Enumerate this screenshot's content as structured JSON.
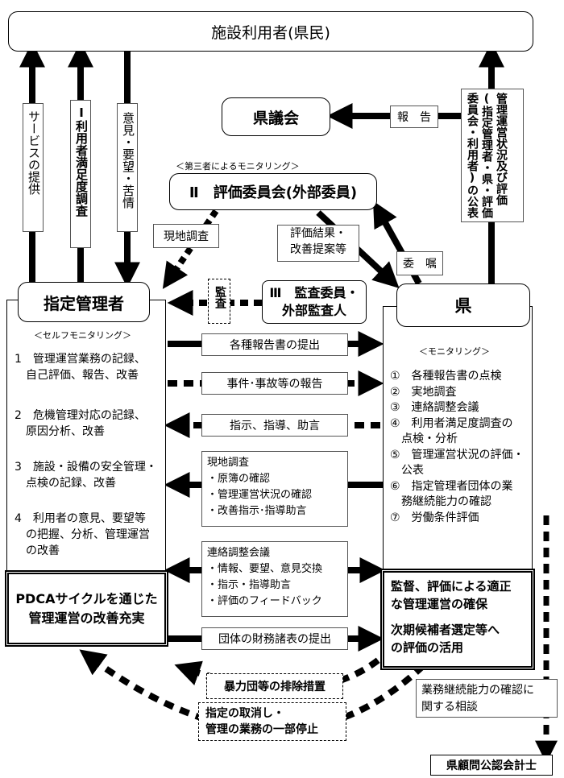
{
  "top_title": "施設利用者(県民)",
  "council": "県議会",
  "report_label": "報　告",
  "publish_label": "管理運営状況及び評価(指定管理者・県・評価委員会・利用者)の公表",
  "service_label": "サービスの提供",
  "survey_label": "Ⅰ利用者満足度調査",
  "opinion_label": "意見・要望・苦情",
  "third_party_note": "＜第三者によるモニタリング＞",
  "eval_committee": "Ⅱ　評価委員会(外部委員)",
  "site_survey_small": "現地調査",
  "eval_result": [
    "評価結果・",
    "改善提案等"
  ],
  "commission": "委　嘱",
  "audit_label": "監査",
  "auditor": [
    "Ⅲ　監査委員・",
    "外部監査人"
  ],
  "operator_title": "指定管理者",
  "prefecture_title": "県",
  "self_monitor_note": "＜セルフモニタリング＞",
  "self_items": [
    [
      "1　管理運営業務の記録、",
      "　自己評価、報告、改善"
    ],
    [
      "2　危機管理対応の記録、",
      "　原因分析、改善"
    ],
    [
      "3　施設・設備の安全管理・",
      "　点検の記録、改善"
    ],
    [
      "4　利用者の意見、要望等",
      "　の把握、分析、管理運営",
      "　の改善"
    ]
  ],
  "monitor_note": "＜モニタリング＞",
  "monitor_items": [
    "①　各種報告書の点検",
    "②　実地調査",
    "③　連絡調整会議",
    "④　利用者満足度調査の",
    "　点検・分析",
    "⑤　管理運営状況の評価・",
    "　公表",
    "⑥　指定管理者団体の業",
    "　務継続能力の確認",
    "⑦　労働条件評価"
  ],
  "flow_reports": "各種報告書の提出",
  "flow_incidents": "事件･事故等の報告",
  "flow_instructions": "指示、指導、助言",
  "site_inspection": {
    "title": "現地調査",
    "items": [
      "・原簿の確認",
      "・管理運営状況の確認",
      "・改善指示･指導助言"
    ]
  },
  "liaison": {
    "title": "連絡調整会議",
    "items": [
      "・情報、要望、意見交換",
      "・指示・指導助言",
      "・評価のフィードバック"
    ]
  },
  "pdca": [
    "PDCAサイクルを通じた",
    "管理運営の改善充実"
  ],
  "supervise": [
    "監督、評価による適正",
    "な管理運営の確保"
  ],
  "next_candidate": [
    "次期候補者選定等へ",
    "の評価の活用"
  ],
  "financial": "団体の財務諸表の提出",
  "gang": "暴力団等の排除措置",
  "cancel": [
    "指定の取消し・",
    "管理の業務の一部停止"
  ],
  "continuity": [
    "業務継続能力の確認に",
    "関する相談"
  ],
  "cpa": "県顧問公認会計士"
}
